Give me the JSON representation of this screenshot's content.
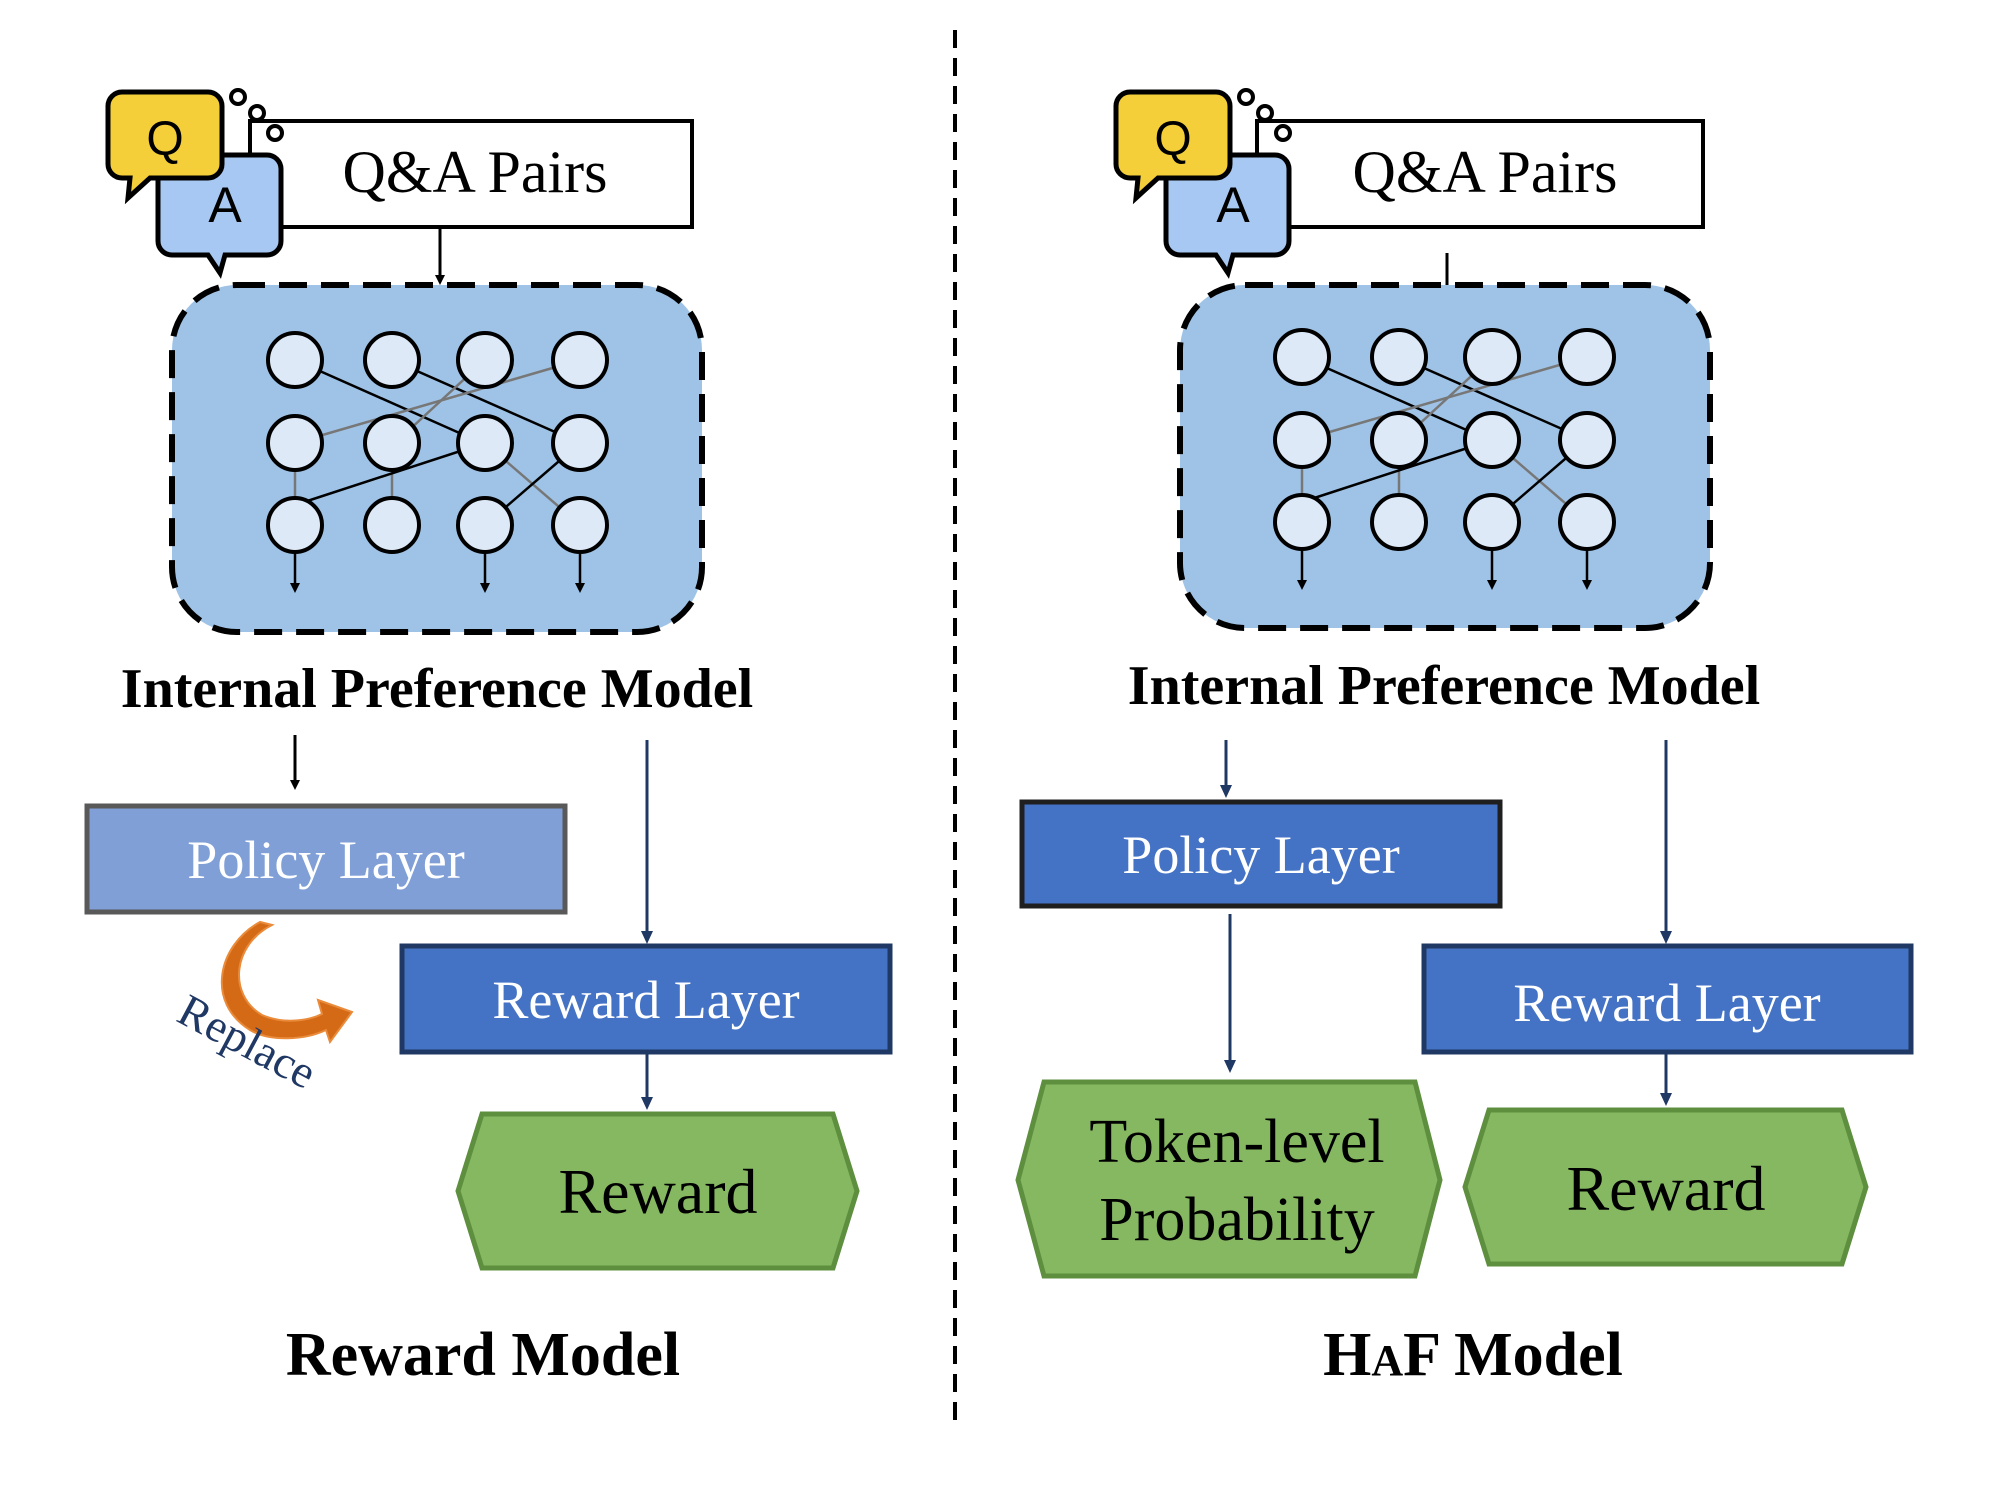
{
  "left_panel": {
    "qa_pairs_label": "Q&A Pairs",
    "q_bubble": "Q",
    "a_bubble": "A",
    "internal_model_label": "Internal Preference Model",
    "policy_layer_label": "Policy Layer",
    "replace_label": "Replace",
    "reward_layer_label": "Reward Layer",
    "reward_label": "Reward",
    "panel_title": "Reward Model"
  },
  "right_panel": {
    "qa_pairs_label": "Q&A Pairs",
    "q_bubble": "Q",
    "a_bubble": "A",
    "internal_model_label": "Internal Preference Model",
    "policy_layer_label": "Policy Layer",
    "reward_layer_label": "Reward Layer",
    "token_prob_line1": "Token-level",
    "token_prob_line2": "Probability",
    "reward_label": "Reward",
    "panel_title_h": "H",
    "panel_title_a": "A",
    "panel_title_rest": "F Model"
  },
  "colors": {
    "model_fill": "#9fc3e6",
    "node_fill": "#dde9f6",
    "policy_left_fill": "#7f9fd6",
    "layer_fill": "#4472c4",
    "reward_fill": "#86b862",
    "reward_stroke": "#5e8f3f",
    "arrow": "#203864",
    "replace_arrow": "#d46a16",
    "q_bubble": "#f5cf3a",
    "a_bubble": "#a7c8f2"
  },
  "icons": {
    "qa": "qa-chat-bubbles-icon",
    "replace": "curved-replace-arrow-icon"
  }
}
